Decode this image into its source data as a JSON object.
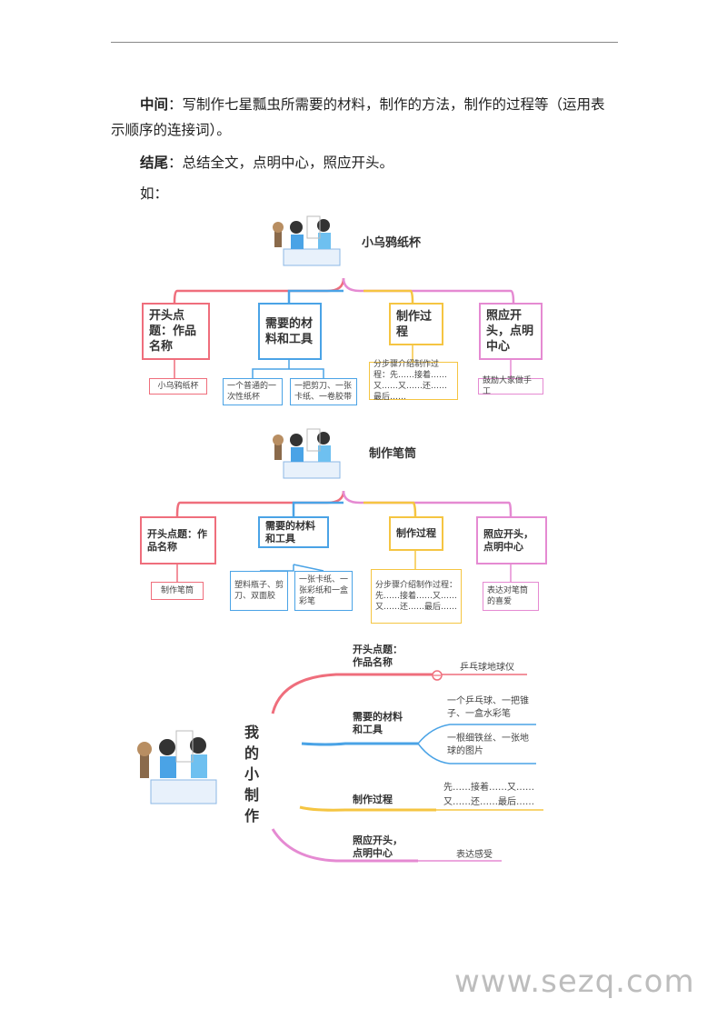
{
  "text": {
    "middle_label": "中间",
    "middle_text_1": "：写制作七星瓢虫所需要的材料，制作的方法，制作的过程等（运用表",
    "middle_text_2": "示顺序的连接词）。",
    "end_label": "结尾",
    "end_text": "：总结全文，点明中心，照应开头。",
    "example": "如："
  },
  "map1": {
    "title": "小乌鸦纸杯",
    "b1": "开头点题：作品名称",
    "b2": "需要的材料和工具",
    "b3": "制作过程",
    "b4": "照应开头，点明中心",
    "l1": "小乌鸦纸杯",
    "l2a": "一个普通的一次性纸杯",
    "l2b": "一把剪刀、一张卡纸、一卷胶带",
    "l3": "分步骤介绍制作过程：先……接着……又……又……还……最后……",
    "l4": "鼓励大家做手工"
  },
  "map2": {
    "title": "制作笔筒",
    "b1": "开头点题：作品名称",
    "b2": "需要的材料和工具",
    "b3": "制作过程",
    "b4": "照应开头，点明中心",
    "l1": "制作笔筒",
    "l2a": "塑料瓶子、剪刀、双面胶",
    "l2b": "一张卡纸、一张彩纸和一盒彩笔",
    "l3": "分步骤介绍制作过程：先……接着……又……又……还……最后……",
    "l4": "表达对笔筒的喜爱"
  },
  "map3": {
    "title": "我的小制作",
    "b1": "开头点题：作品名称",
    "b2": "需要的材料和工具",
    "b3": "制作过程",
    "b4": "照应开头，点明中心",
    "l1": "乒乓球地球仪",
    "l2a": "一个乒乓球、一把锥子、一盒水彩笔",
    "l2b": "一根细铁丝、一张地球的图片",
    "l3a": "先……接着……又……",
    "l3b": "又……还……最后……",
    "l4": "表达感受"
  },
  "watermark": "www.sezq.com",
  "colors": {
    "red": "#ef6e7c",
    "blue": "#4aa3e6",
    "yellow": "#f5c542",
    "pink": "#e58ad2"
  }
}
